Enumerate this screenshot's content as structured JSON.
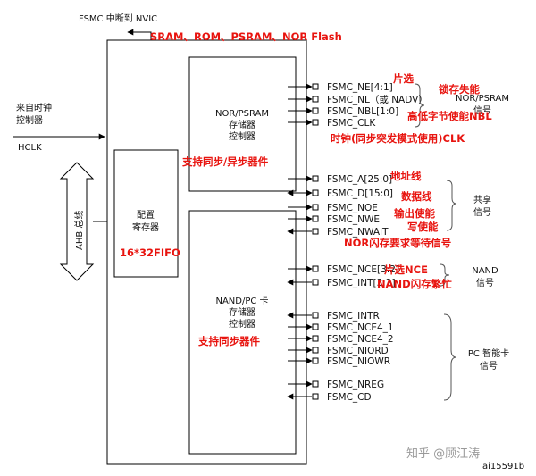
{
  "header": {
    "nvic_label": "FSMC 中断到 NVIC",
    "memory_types": "SRAM、ROM、PSRAM、NOR Flash"
  },
  "left": {
    "clock_label": "来自时钟控制器",
    "hclk": "HCLK",
    "ahb": "AHB 总线"
  },
  "blocks": {
    "nor": "NOR/PSRAM存储器控制器",
    "config": "配置寄存器",
    "nand": "NAND/PC 卡存储器控制器"
  },
  "notes": {
    "nor_sync": "支持同步/异步器件",
    "fifo": "16*32FIFO",
    "nand_sync": "支持同步器件"
  },
  "signals": {
    "nor": [
      "FSMC_NE[4:1]",
      "FSMC_NL（或 NADV）",
      "FSMC_NBL[1:0]",
      "FSMC_CLK"
    ],
    "shared": [
      "FSMC_A[25:0]",
      "FSMC_D[15:0]",
      "FSMC_NOE",
      "FSMC_NWE",
      "FSMC_NWAIT"
    ],
    "nand": [
      "FSMC_NCE[3:2]",
      "FSMC_INT[3:2]"
    ],
    "pc": [
      "FSMC_INTR",
      "FSMC_NCE4_1",
      "FSMC_NCE4_2",
      "FSMC_NIORD",
      "FSMC_NIOWR",
      "FSMC_NREG",
      "FSMC_CD"
    ]
  },
  "groups": {
    "nor": "NOR/PSRAM信号",
    "shared": "共享信号",
    "nand": "NAND信号",
    "pc": "PC 智能卡信号"
  },
  "annotations": {
    "chip_select": "片选",
    "latch": "锁存失能",
    "byte_enable": "高低字节使能NBL",
    "clock": "时钟(同步突发模式使用)CLK",
    "address": "地址线",
    "data": "数据线",
    "output_enable": "输出使能",
    "write_enable": "写使能",
    "nwait": "NOR闪存要求等待信号",
    "nce": "片选NCE",
    "busy": "NAND闪存繁忙"
  },
  "footer": {
    "watermark": "知乎 @顾江涛",
    "figure_id": "ai15591b"
  },
  "colors": {
    "annotation": "#e8140f",
    "line": "#000000"
  }
}
